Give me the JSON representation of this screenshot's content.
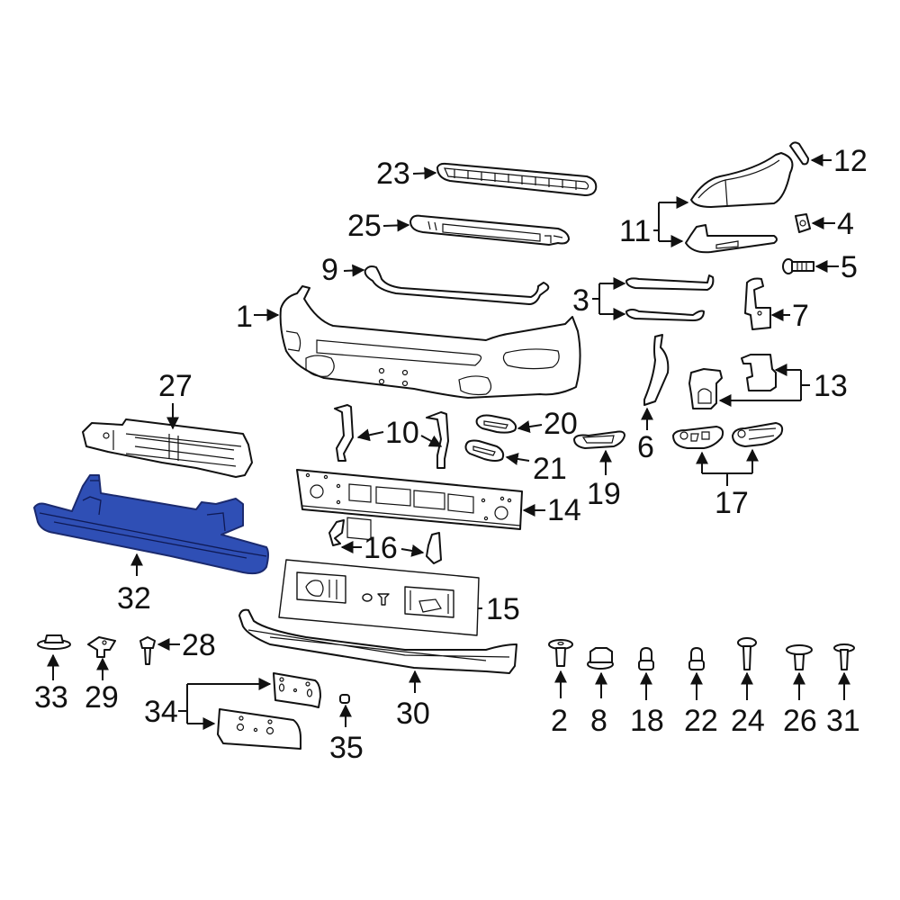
{
  "diagram": {
    "type": "exploded-parts-diagram",
    "subject": "Front bumper assembly",
    "highlight_color": "#2f4fb5",
    "line_color": "#111111",
    "background": "#ffffff",
    "highlighted_part": "32",
    "callouts": [
      {
        "id": "1",
        "label": "1"
      },
      {
        "id": "2",
        "label": "2"
      },
      {
        "id": "3",
        "label": "3"
      },
      {
        "id": "4",
        "label": "4"
      },
      {
        "id": "5",
        "label": "5"
      },
      {
        "id": "6",
        "label": "6"
      },
      {
        "id": "7",
        "label": "7"
      },
      {
        "id": "8",
        "label": "8"
      },
      {
        "id": "9",
        "label": "9"
      },
      {
        "id": "10",
        "label": "10"
      },
      {
        "id": "11",
        "label": "11"
      },
      {
        "id": "12",
        "label": "12"
      },
      {
        "id": "13",
        "label": "13"
      },
      {
        "id": "14",
        "label": "14"
      },
      {
        "id": "15",
        "label": "15"
      },
      {
        "id": "16",
        "label": "16"
      },
      {
        "id": "17",
        "label": "17"
      },
      {
        "id": "18",
        "label": "18"
      },
      {
        "id": "19",
        "label": "19"
      },
      {
        "id": "20",
        "label": "20"
      },
      {
        "id": "21",
        "label": "21"
      },
      {
        "id": "22",
        "label": "22"
      },
      {
        "id": "23",
        "label": "23"
      },
      {
        "id": "24",
        "label": "24"
      },
      {
        "id": "25",
        "label": "25"
      },
      {
        "id": "26",
        "label": "26"
      },
      {
        "id": "27",
        "label": "27"
      },
      {
        "id": "28",
        "label": "28"
      },
      {
        "id": "29",
        "label": "29"
      },
      {
        "id": "30",
        "label": "30"
      },
      {
        "id": "31",
        "label": "31"
      },
      {
        "id": "32",
        "label": "32"
      },
      {
        "id": "33",
        "label": "33"
      },
      {
        "id": "34",
        "label": "34"
      },
      {
        "id": "35",
        "label": "35"
      }
    ]
  }
}
